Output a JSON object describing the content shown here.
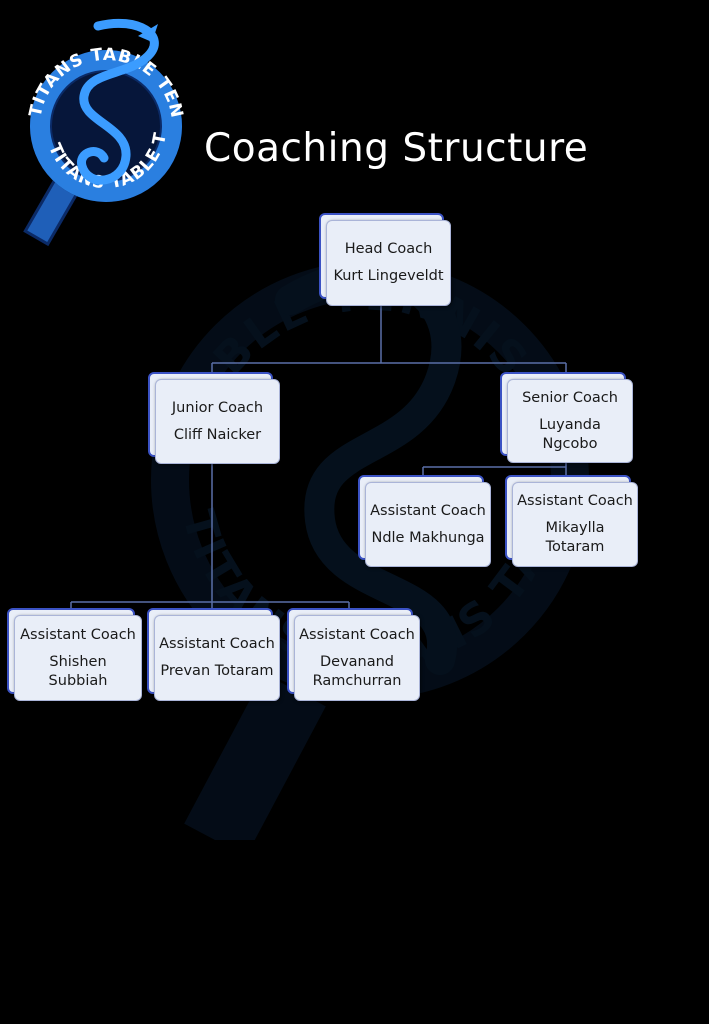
{
  "title": "Coaching Structure",
  "logo": {
    "ring_text_outer": "TITANS TABLE TENNIS",
    "ring_text_inner": "TITANS TABLE TENNIS"
  },
  "watermark": {
    "ring_text_top": "TABLE TENNIS",
    "ring_text_bottom": "TITANS TITANS TA"
  },
  "colors": {
    "background": "#000000",
    "node_fill": "#e9eef8",
    "node_border": "#3b52c4",
    "connector": "#5a6fa8",
    "logo_blue": "#2a7fe0"
  },
  "org": {
    "head": {
      "role": "Head Coach",
      "name": "Kurt Lingeveldt"
    },
    "junior": {
      "role": "Junior Coach",
      "name": "Cliff Naicker"
    },
    "senior": {
      "role": "Senior Coach",
      "name": "Luyanda\nNgcobo"
    },
    "senior_assistants": [
      {
        "role": "Assistant Coach",
        "name": "Ndle Makhunga"
      },
      {
        "role": "Assistant Coach",
        "name": "Mikaylla\nTotaram"
      }
    ],
    "junior_assistants": [
      {
        "role": "Assistant Coach",
        "name": "Shishen\nSubbiah"
      },
      {
        "role": "Assistant Coach",
        "name": "Prevan Totaram"
      },
      {
        "role": "Assistant Coach",
        "name": "Devanand\nRamchurran"
      }
    ]
  }
}
